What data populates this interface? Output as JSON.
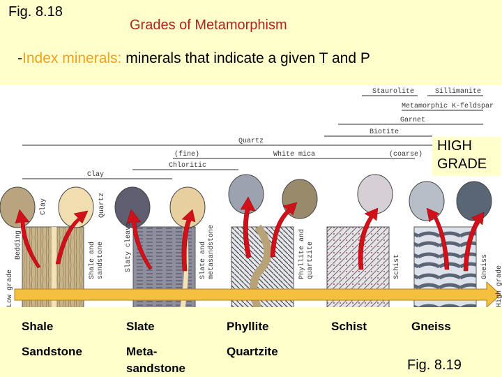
{
  "figure_top": "Fig. 8.18",
  "title": "Grades of Metamorphism",
  "subtitle": {
    "prefix": "-",
    "highlight": "Index minerals:",
    "rest": " minerals that indicate a given T and P"
  },
  "high_grade": [
    "HIGH",
    "GRADE"
  ],
  "minerals": {
    "staurolite": "Staurolite",
    "sillimanite": "Sillimanite",
    "kfeldspar": "Metamorphic K-feldspar",
    "garnet": "Garnet",
    "biotite": "Biotite",
    "quartz": "Quartz",
    "fine": "(fine)",
    "white_mica": "White mica",
    "coarse": "(coarse)",
    "chloritic": "Chloritic",
    "clay": "Clay"
  },
  "diagram_labels": {
    "bedding": "Bedding",
    "clay": "Clay",
    "quartz": "Quartz",
    "shale_sandstone": [
      "Shale and",
      "sandstone"
    ],
    "slaty_cleavage": "Slaty cleava",
    "slate_meta": [
      "Slate and",
      "metasandstone"
    ],
    "phyllite_quartzite": [
      "Phyllite and",
      "quartzite"
    ],
    "schist": "Schist",
    "gneiss": "Gneiss",
    "low_grade": "Low grade",
    "high_grade": "High grade"
  },
  "rocks": {
    "shale": "Shale",
    "slate": "Slate",
    "phyllite": "Phyllite",
    "schist": "Schist",
    "gneiss": "Gneiss",
    "sandstone": "Sandstone",
    "metasandstone": [
      "Meta-",
      "sandstone"
    ],
    "quartzite": "Quartzite"
  },
  "figure_bottom": "Fig. 8.19",
  "colors": {
    "title": "#B22222",
    "highlight": "#F0A020",
    "arrow": "#F5C040",
    "pointer": "#D0101A",
    "background": "#FFFFCC"
  }
}
